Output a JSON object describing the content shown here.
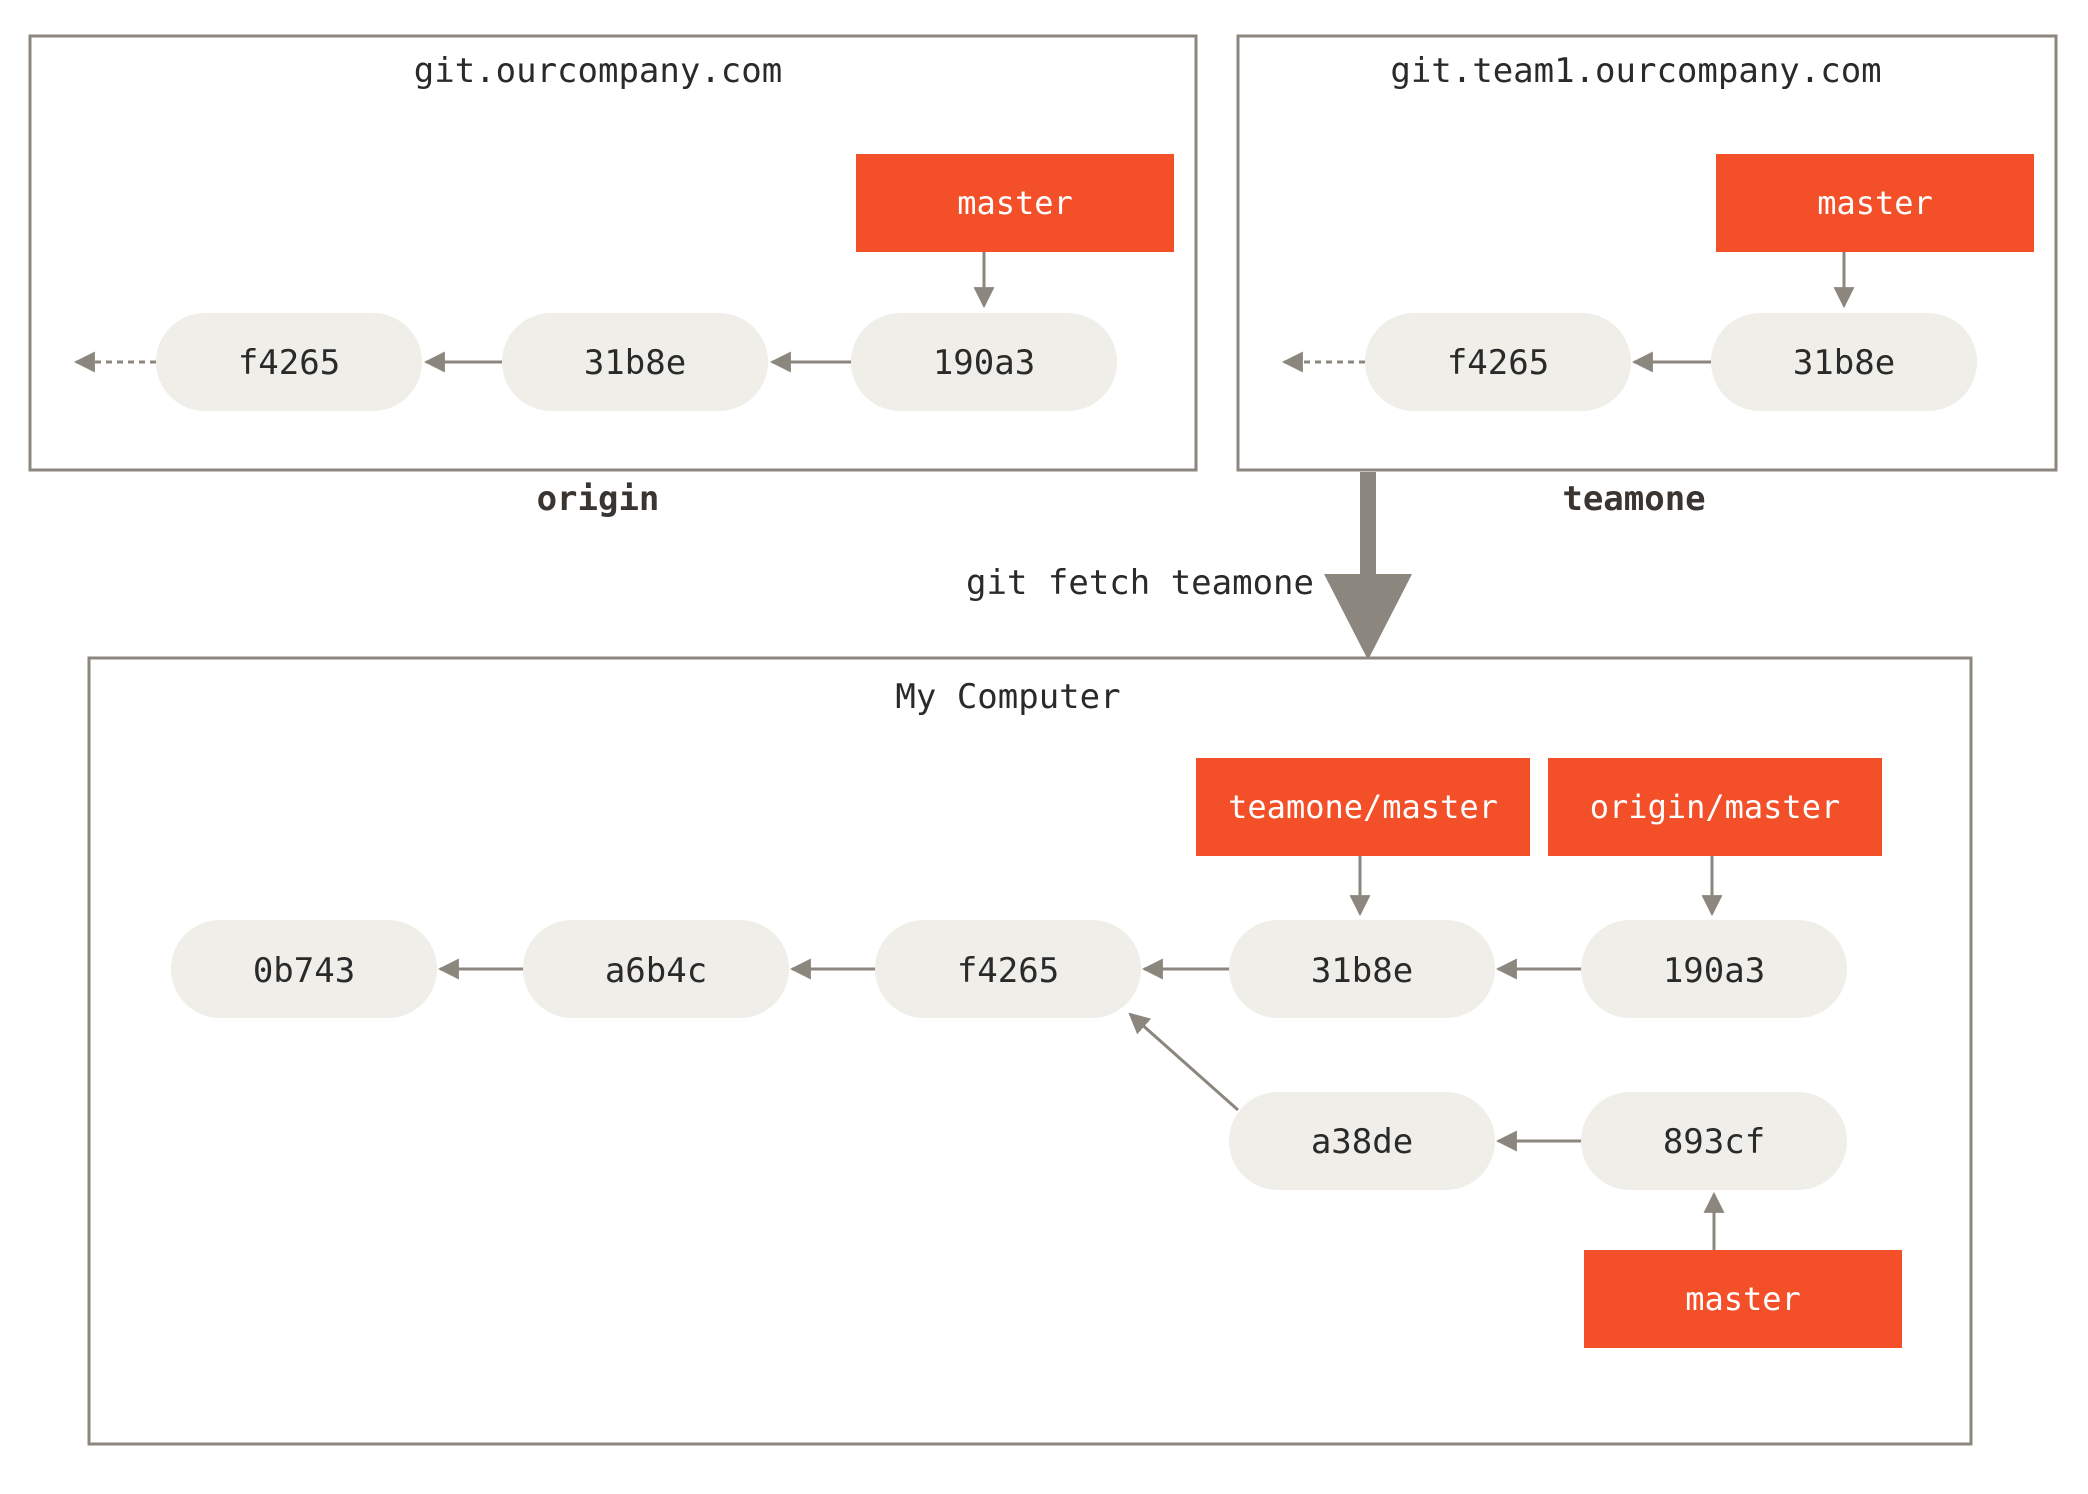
{
  "colors": {
    "box_stroke": "#8c877e",
    "commit_fill": "#efeee8",
    "branch_fill": "#f34f29",
    "arrow": "#8c877e",
    "text": "#2a2a2a",
    "branch_text": "#ffffff"
  },
  "origin": {
    "host": "git.ourcompany.com",
    "name": "origin",
    "commits": [
      "f4265",
      "31b8e",
      "190a3"
    ],
    "branch": "master"
  },
  "teamone": {
    "host": "git.team1.ourcompany.com",
    "name": "teamone",
    "commits": [
      "f4265",
      "31b8e"
    ],
    "branch": "master"
  },
  "fetch": {
    "command": "git fetch teamone"
  },
  "local": {
    "title": "My Computer",
    "main_commits": [
      "0b743",
      "a6b4c",
      "f4265",
      "31b8e",
      "190a3"
    ],
    "branch_commits": [
      "a38de",
      "893cf"
    ],
    "remote_branches": [
      "teamone/master",
      "origin/master"
    ],
    "branch": "master"
  }
}
